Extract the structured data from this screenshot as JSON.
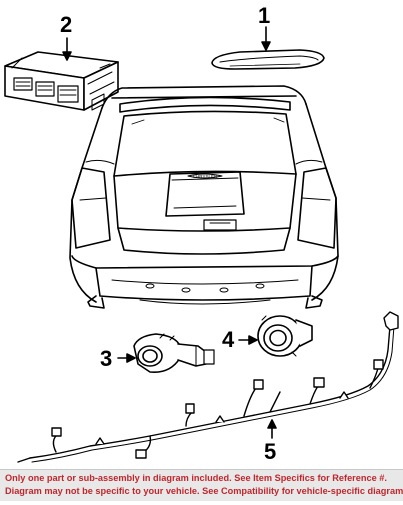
{
  "diagram": {
    "callouts": [
      {
        "id": "1",
        "label": "1"
      },
      {
        "id": "2",
        "label": "2"
      },
      {
        "id": "3",
        "label": "3"
      },
      {
        "id": "4",
        "label": "4"
      },
      {
        "id": "5",
        "label": "5"
      }
    ],
    "rear_panel_badge": "CHRYSLER"
  },
  "footer": {
    "line1": "Only one part or sub-assembly in diagram included. See Item Specifics for Reference #.",
    "line2": "Diagram may not be specific to your vehicle. See Compatibility for vehicle-specific diagrams.",
    "text_color": "#c0272d",
    "background": "#e8e8e8"
  }
}
